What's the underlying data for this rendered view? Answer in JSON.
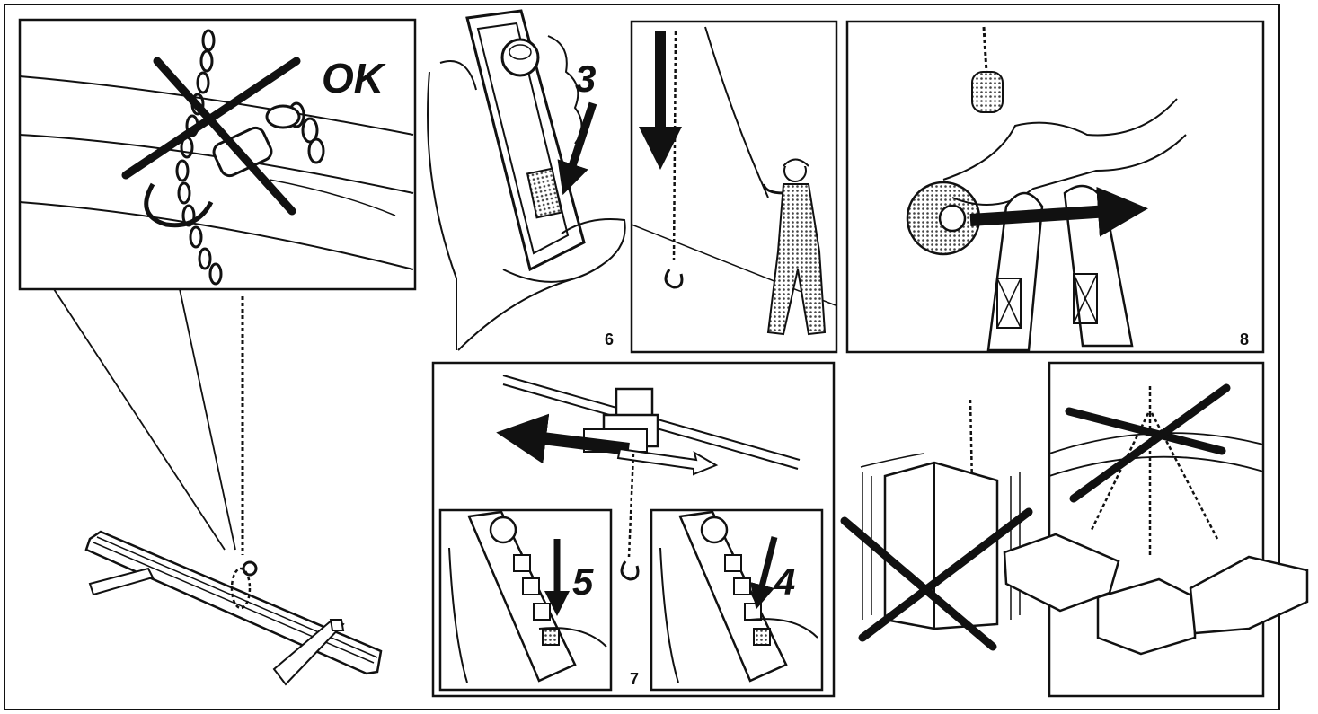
{
  "labels": {
    "ok": "OK",
    "step_3": "3",
    "step_4": "4",
    "step_5": "5",
    "fig_6": "6",
    "fig_7": "7",
    "fig_8": "8"
  },
  "colors": {
    "ink": "#111111",
    "paper": "#ffffff",
    "halftone": "#9a9a9a"
  },
  "icons": [
    "crossed-out-icon",
    "arrow-down-icon",
    "arrow-left-icon",
    "arrow-right-icon",
    "hook-icon",
    "chain-icon",
    "pendant-control-icon"
  ]
}
